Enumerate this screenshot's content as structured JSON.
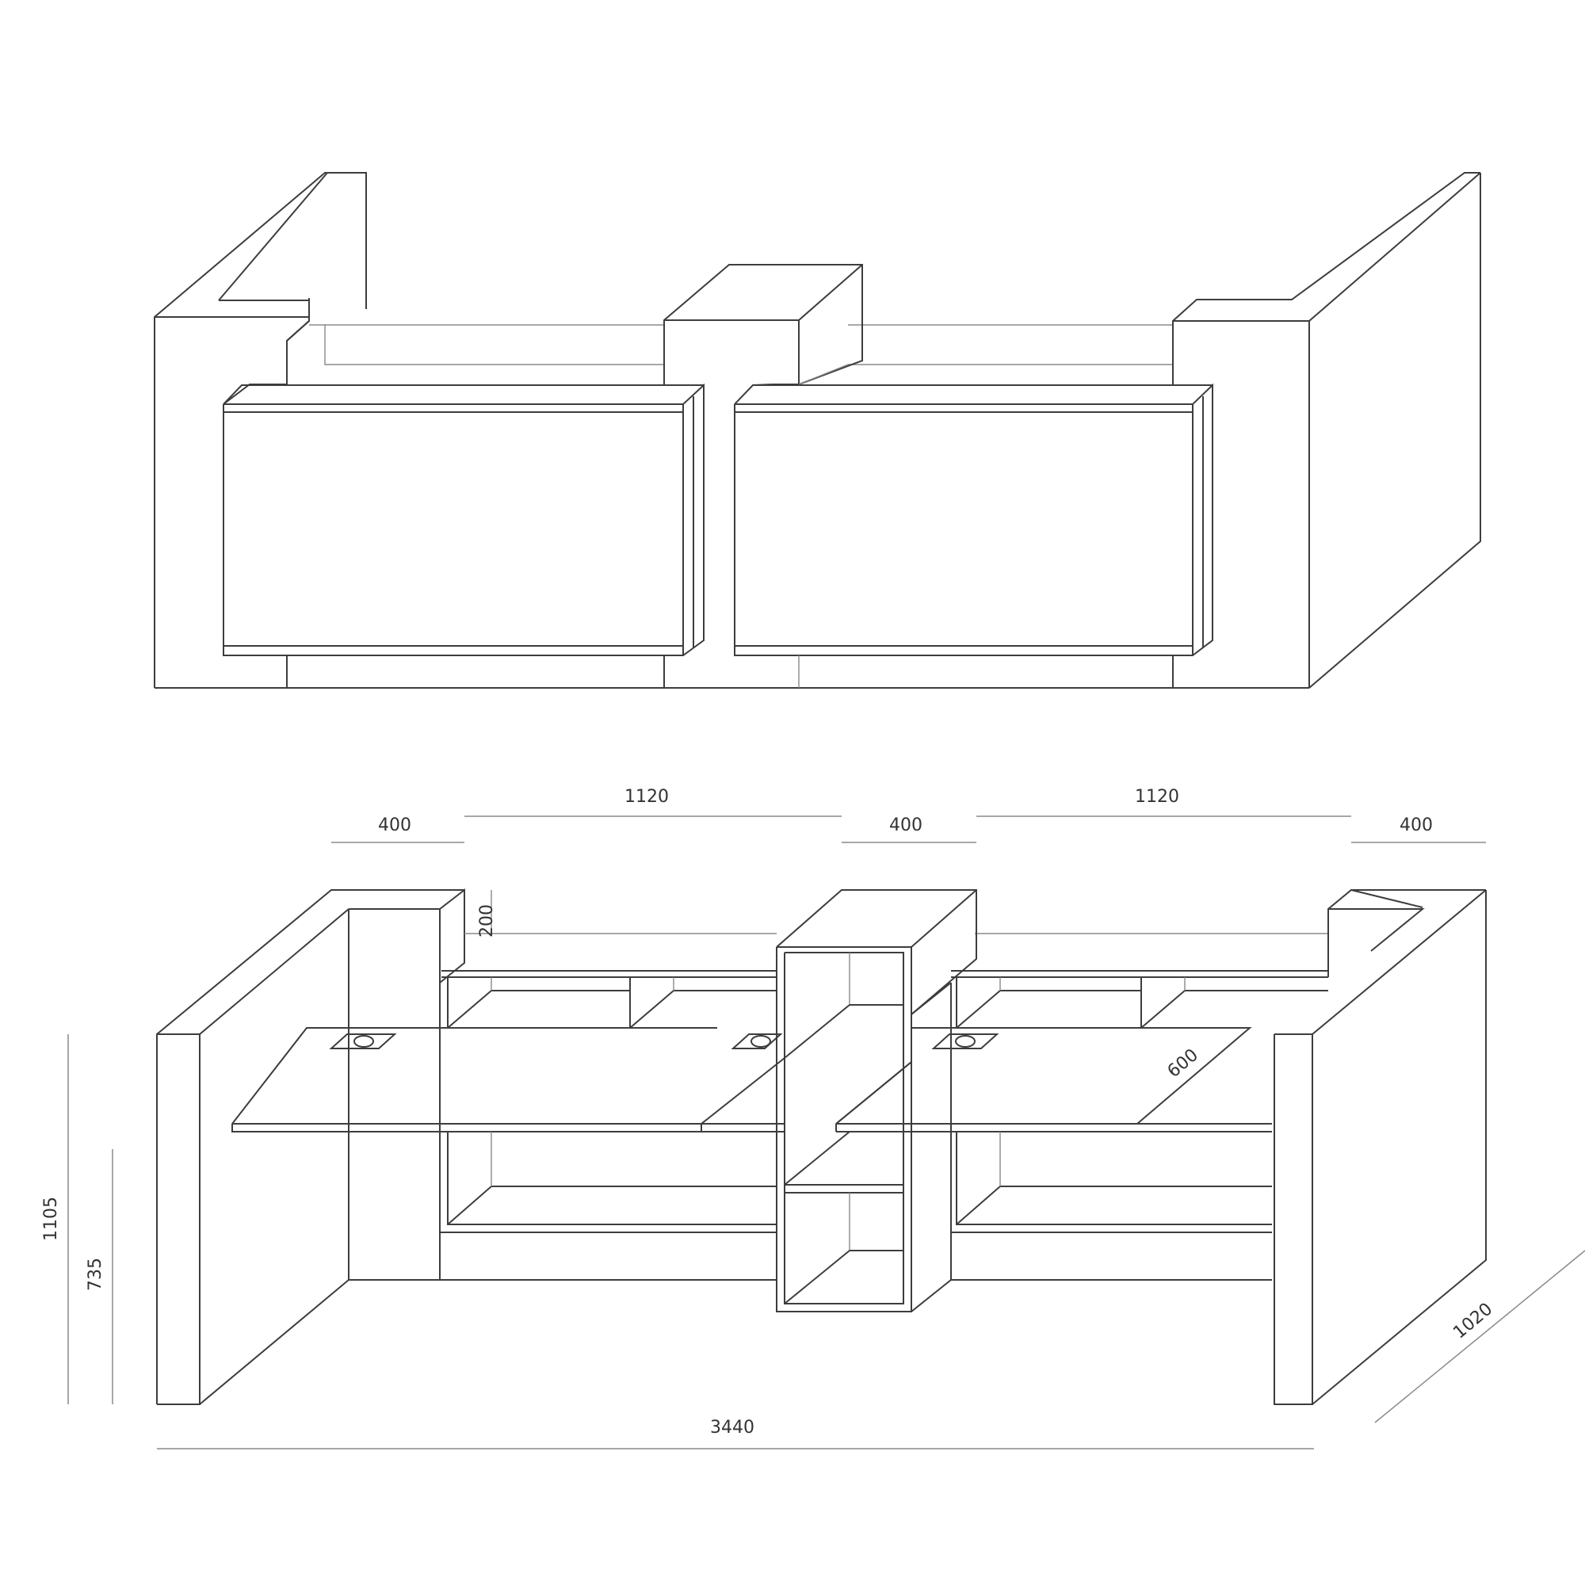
{
  "drawing": {
    "colors": {
      "line": "#3d3d3d",
      "light_line": "#8a8a8a",
      "text": "#333333",
      "background": "#ffffff"
    },
    "dimensions": {
      "end_width_left": "400",
      "counter_length_left": "1120",
      "center_width": "400",
      "counter_length_right": "1120",
      "end_width_right": "400",
      "upper_step": "200",
      "desk_depth": "600",
      "total_height": "1105",
      "desk_height": "735",
      "total_length": "3440",
      "total_depth": "1020"
    }
  }
}
